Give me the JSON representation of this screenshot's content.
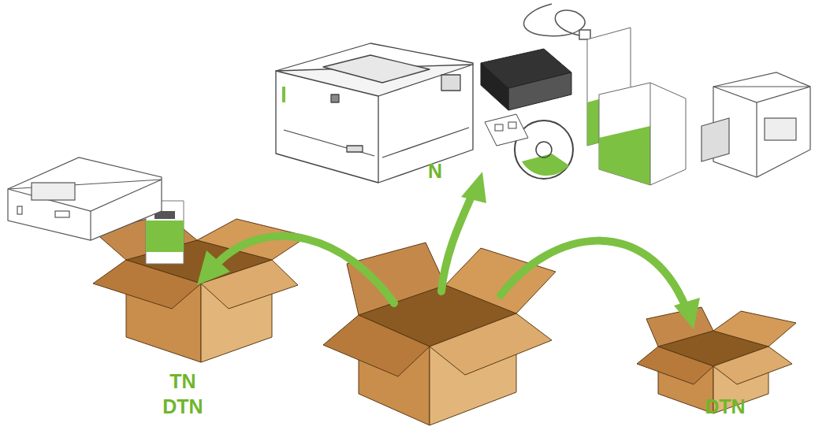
{
  "diagram": {
    "labels": [
      "N",
      "TN",
      "DTN",
      "DTN"
    ]
  }
}
